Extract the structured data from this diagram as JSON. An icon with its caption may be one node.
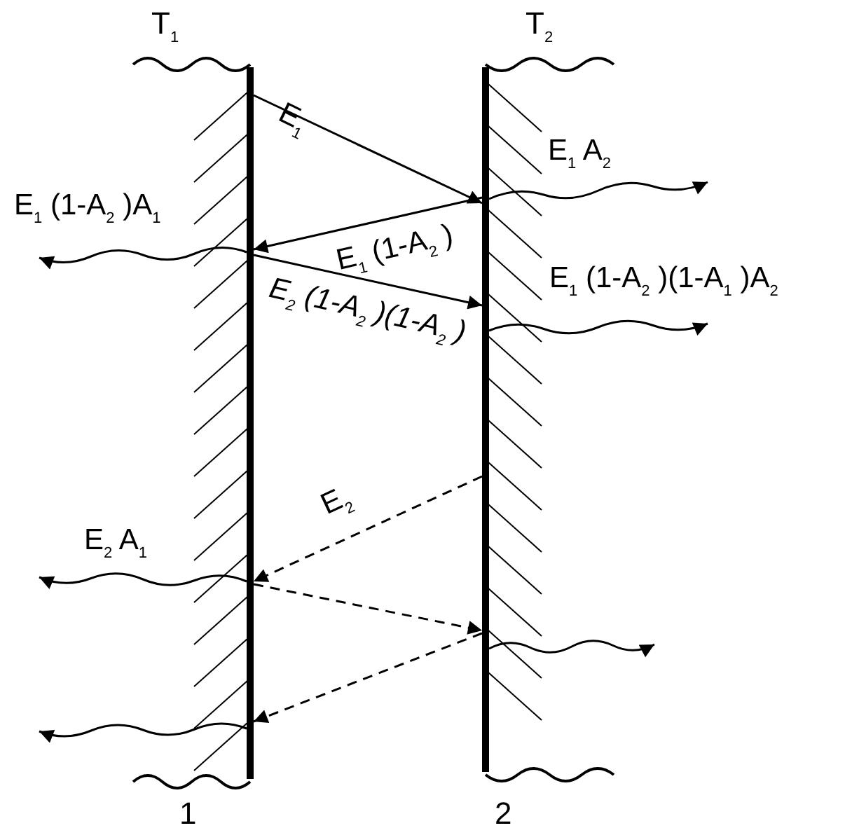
{
  "diagram": {
    "nodes": [
      {
        "text": [],
        "shape": "bar",
        "beside": [
          "T$_{1}$",
          "1"
        ]
      },
      {
        "text": [],
        "shape": "bar",
        "beside": [
          "T$_{2}$",
          "2"
        ]
      }
    ],
    "edges": [
      {
        "from": 0,
        "to": 1,
        "arrow": "to",
        "label": "E$_{1}$"
      },
      {
        "from": 1,
        "to": 0,
        "arrow": "to",
        "label": "E$_{1}$ (1-A$_{2}$ )"
      },
      {
        "from": 0,
        "to": 1,
        "arrow": "to",
        "label": "E$_{2}$ (1-A$_{2}$ )(1-A$_{2}$ )"
      },
      {
        "from": 1,
        "to": 0,
        "arrow": "to",
        "style": "dashed",
        "label": "E$_{2}$"
      },
      {
        "from": 0,
        "to": 1,
        "arrow": "to",
        "style": "dashed"
      },
      {
        "from": 1,
        "to": 0,
        "arrow": "to",
        "style": "dashed"
      },
      {
        "from": 1,
        "to": null,
        "arrow": "to",
        "label": "E$_{1}$ A$_{2}$"
      },
      {
        "from": 0,
        "to": null,
        "arrow": "to",
        "label": "E$_{1}$ (1-A$_{2}$ )A$_{1}$"
      },
      {
        "from": 1,
        "to": null,
        "arrow": "to",
        "label": "E$_{1}$ (1-A$_{2}$ )(1-A$_{1}$ )A$_{2}$"
      },
      {
        "from": 0,
        "to": null,
        "arrow": "to",
        "label": "E$_{2}$ A$_{1}$"
      },
      {
        "from": 1,
        "to": null,
        "arrow": "to"
      },
      {
        "from": 0,
        "to": null,
        "arrow": "to"
      }
    ]
  }
}
